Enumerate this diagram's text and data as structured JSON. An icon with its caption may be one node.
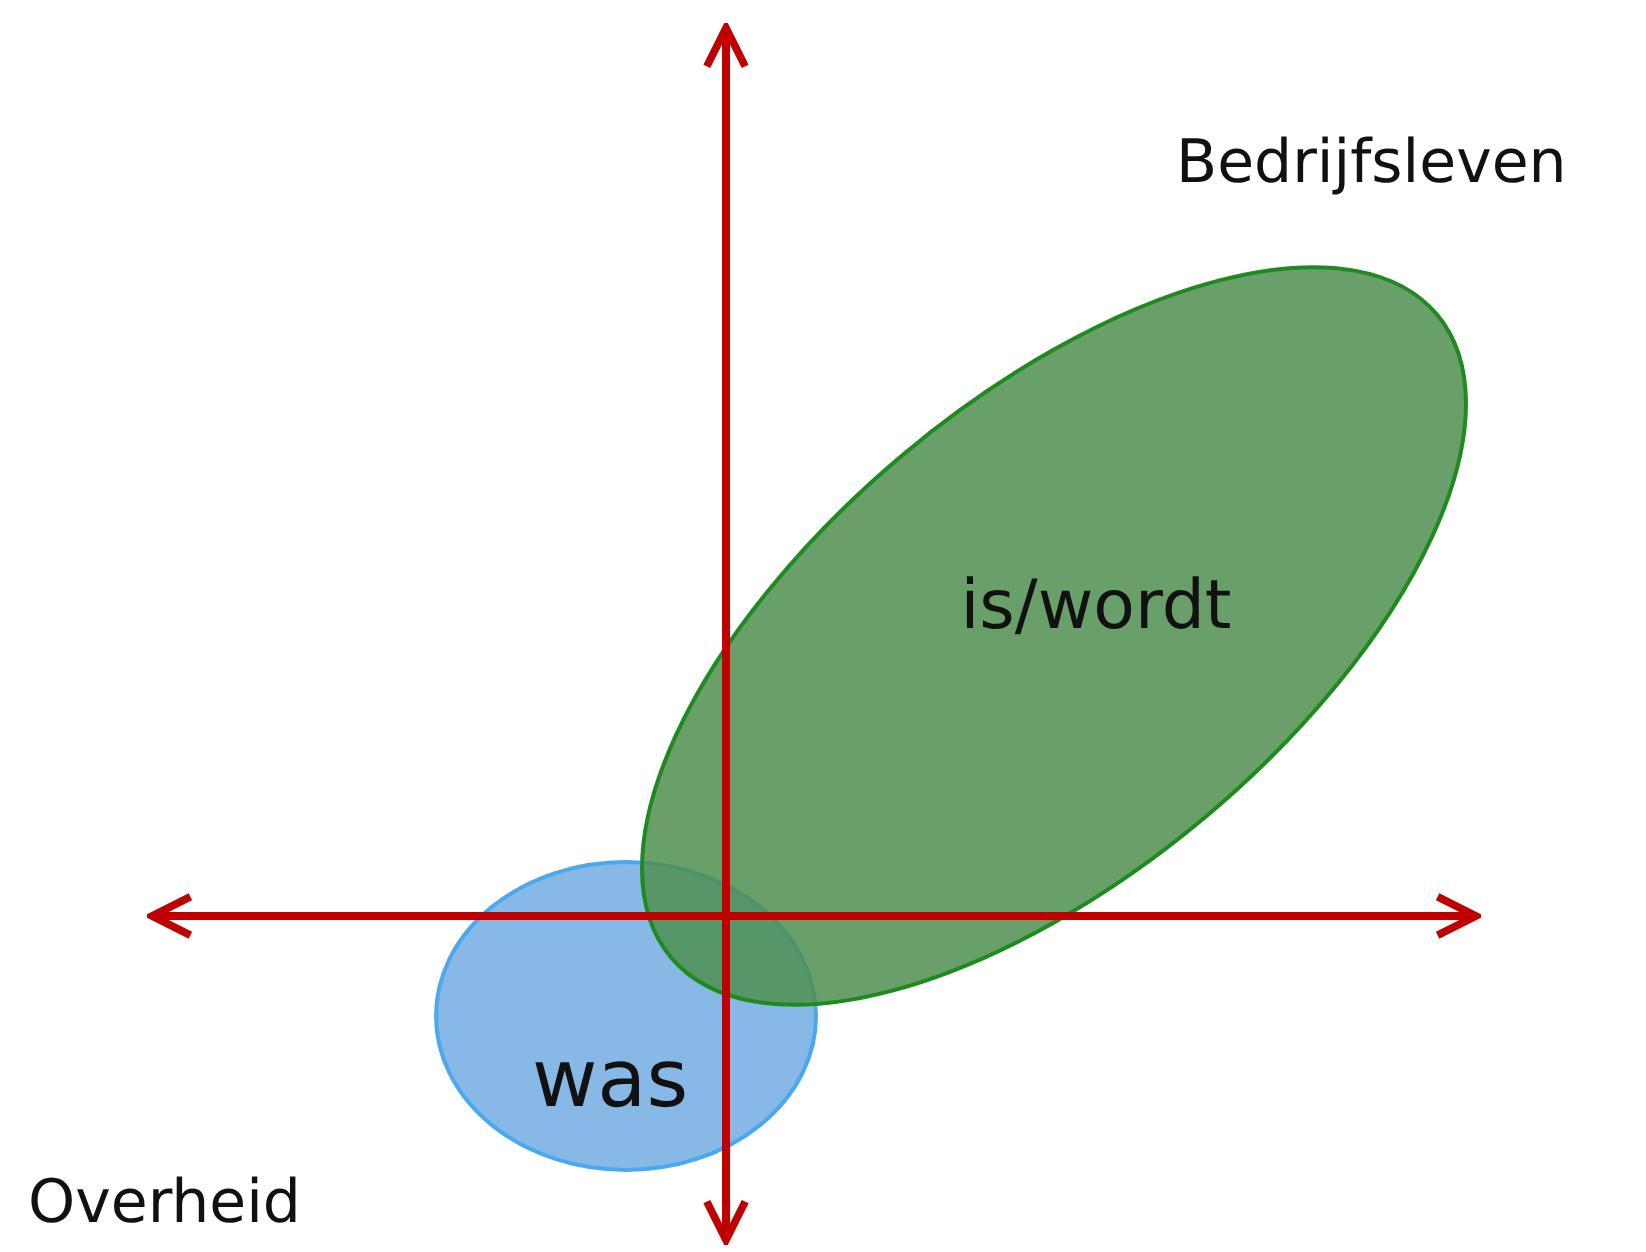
{
  "diagram": {
    "nodes": [
      {
        "text": [
          "is/wordt"
        ]
      },
      {
        "text": [
          "was"
        ]
      }
    ],
    "labels": [
      "Bedrijfsleven",
      "Overheid"
    ]
  }
}
